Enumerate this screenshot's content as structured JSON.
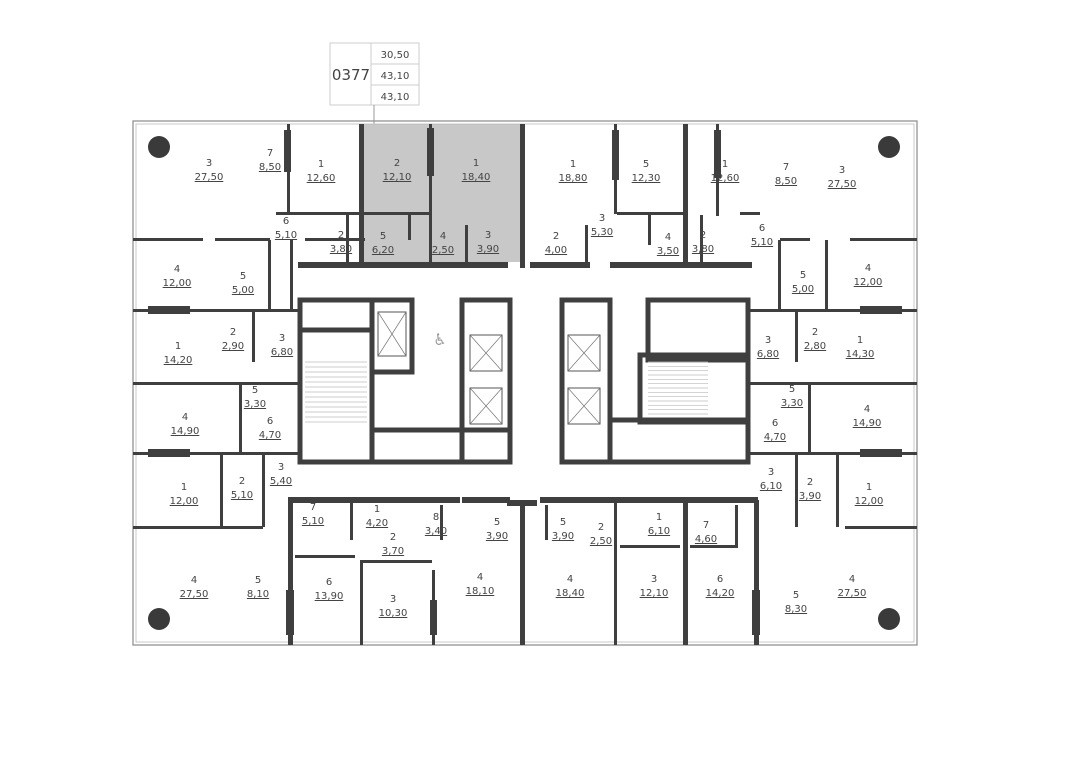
{
  "legend": {
    "apartment_code": "0377",
    "values": [
      "30,50",
      "43,10",
      "43,10"
    ]
  },
  "colors": {
    "wall": "#3f3f3f",
    "highlight": "#c8c8c8",
    "thin_line": "#8a8a8a"
  },
  "rooms": [
    {
      "n": "3",
      "a": "27,50"
    },
    {
      "n": "7",
      "a": "8,50"
    },
    {
      "n": "1",
      "a": "12,60"
    },
    {
      "n": "6",
      "a": "5,10"
    },
    {
      "n": "2",
      "a": "3,80"
    },
    {
      "n": "2",
      "a": "12,10"
    },
    {
      "n": "1",
      "a": "18,40"
    },
    {
      "n": "5",
      "a": "6,20"
    },
    {
      "n": "4",
      "a": "2,50"
    },
    {
      "n": "3",
      "a": "3,90"
    },
    {
      "n": "1",
      "a": "18,80"
    },
    {
      "n": "5",
      "a": "12,30"
    },
    {
      "n": "3",
      "a": "5,30"
    },
    {
      "n": "2",
      "a": "4,00"
    },
    {
      "n": "4",
      "a": "3,50"
    },
    {
      "n": "1",
      "a": "12,60"
    },
    {
      "n": "7",
      "a": "8,50"
    },
    {
      "n": "2",
      "a": "3,80"
    },
    {
      "n": "6",
      "a": "5,10"
    },
    {
      "n": "3",
      "a": "27,50"
    },
    {
      "n": "4",
      "a": "12,00"
    },
    {
      "n": "5",
      "a": "5,00"
    },
    {
      "n": "1",
      "a": "14,20"
    },
    {
      "n": "2",
      "a": "2,90"
    },
    {
      "n": "3",
      "a": "6,80"
    },
    {
      "n": "5",
      "a": "3,30"
    },
    {
      "n": "4",
      "a": "14,90"
    },
    {
      "n": "6",
      "a": "4,70"
    },
    {
      "n": "1",
      "a": "12,00"
    },
    {
      "n": "2",
      "a": "5,10"
    },
    {
      "n": "3",
      "a": "5,40"
    },
    {
      "n": "7",
      "a": "5,10"
    },
    {
      "n": "1",
      "a": "4,20"
    },
    {
      "n": "2",
      "a": "3,70"
    },
    {
      "n": "8",
      "a": "3,40"
    },
    {
      "n": "4",
      "a": "27,50"
    },
    {
      "n": "5",
      "a": "8,10"
    },
    {
      "n": "6",
      "a": "13,90"
    },
    {
      "n": "3",
      "a": "10,30"
    },
    {
      "n": "5",
      "a": "3,90"
    },
    {
      "n": "4",
      "a": "18,10"
    },
    {
      "n": "5",
      "a": "3,90"
    },
    {
      "n": "4",
      "a": "18,40"
    },
    {
      "n": "2",
      "a": "2,50"
    },
    {
      "n": "1",
      "a": "6,10"
    },
    {
      "n": "7",
      "a": "4,60"
    },
    {
      "n": "3",
      "a": "12,10"
    },
    {
      "n": "6",
      "a": "14,20"
    },
    {
      "n": "5",
      "a": "8,30"
    },
    {
      "n": "4",
      "a": "27,50"
    },
    {
      "n": "4",
      "a": "12,00"
    },
    {
      "n": "5",
      "a": "5,00"
    },
    {
      "n": "2",
      "a": "2,80"
    },
    {
      "n": "1",
      "a": "14,30"
    },
    {
      "n": "3",
      "a": "6,80"
    },
    {
      "n": "5",
      "a": "3,30"
    },
    {
      "n": "4",
      "a": "14,90"
    },
    {
      "n": "6",
      "a": "4,70"
    },
    {
      "n": "3",
      "a": "6,10"
    },
    {
      "n": "2",
      "a": "3,90"
    },
    {
      "n": "1",
      "a": "12,00"
    }
  ]
}
